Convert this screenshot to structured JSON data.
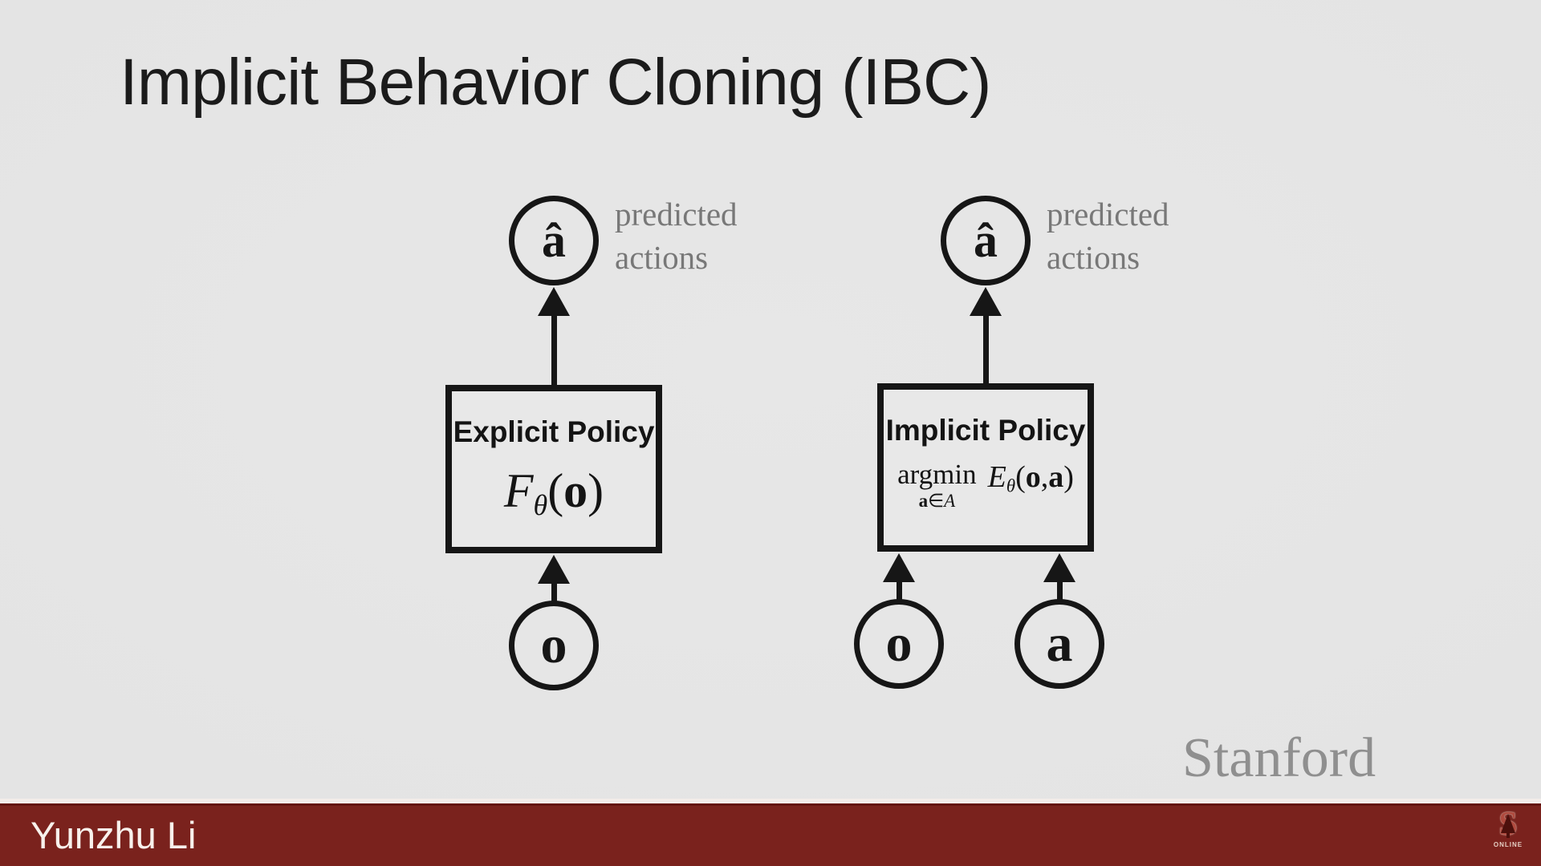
{
  "slide": {
    "title": "Implicit Behavior Cloning (IBC)"
  },
  "left_diagram": {
    "output_node": "â",
    "output_label": {
      "line1": "predicted",
      "line2": "actions"
    },
    "box_title": "Explicit Policy",
    "formula": {
      "name": "F",
      "sub": "θ",
      "open": "(",
      "arg": "o",
      "close": ")"
    },
    "input_node": "o"
  },
  "right_diagram": {
    "output_node": "â",
    "output_label": {
      "line1": "predicted",
      "line2": "actions"
    },
    "box_title": "Implicit Policy",
    "formula": {
      "op": "argmin",
      "op_sub_var": "a",
      "op_sub_in": "∈",
      "op_sub_set": "A",
      "name": "E",
      "sub": "θ",
      "open": "(",
      "arg1": "o",
      "comma": ",",
      "arg2": "a",
      "close": ")"
    },
    "input_node_o": "o",
    "input_node_a": "a"
  },
  "branding": {
    "wordmark": "Stanford",
    "footer_author": "Yunzhu Li",
    "logo_letter": "S",
    "logo_subtext": "ONLINE"
  },
  "colors": {
    "background": "#e4e4e4",
    "ink": "#161616",
    "label_gray": "#787878",
    "wordmark_gray": "#8f8f8f",
    "footer_bar": "#7a221d",
    "footer_text": "#f8f1ec",
    "logo_red": "#b04a3e"
  }
}
